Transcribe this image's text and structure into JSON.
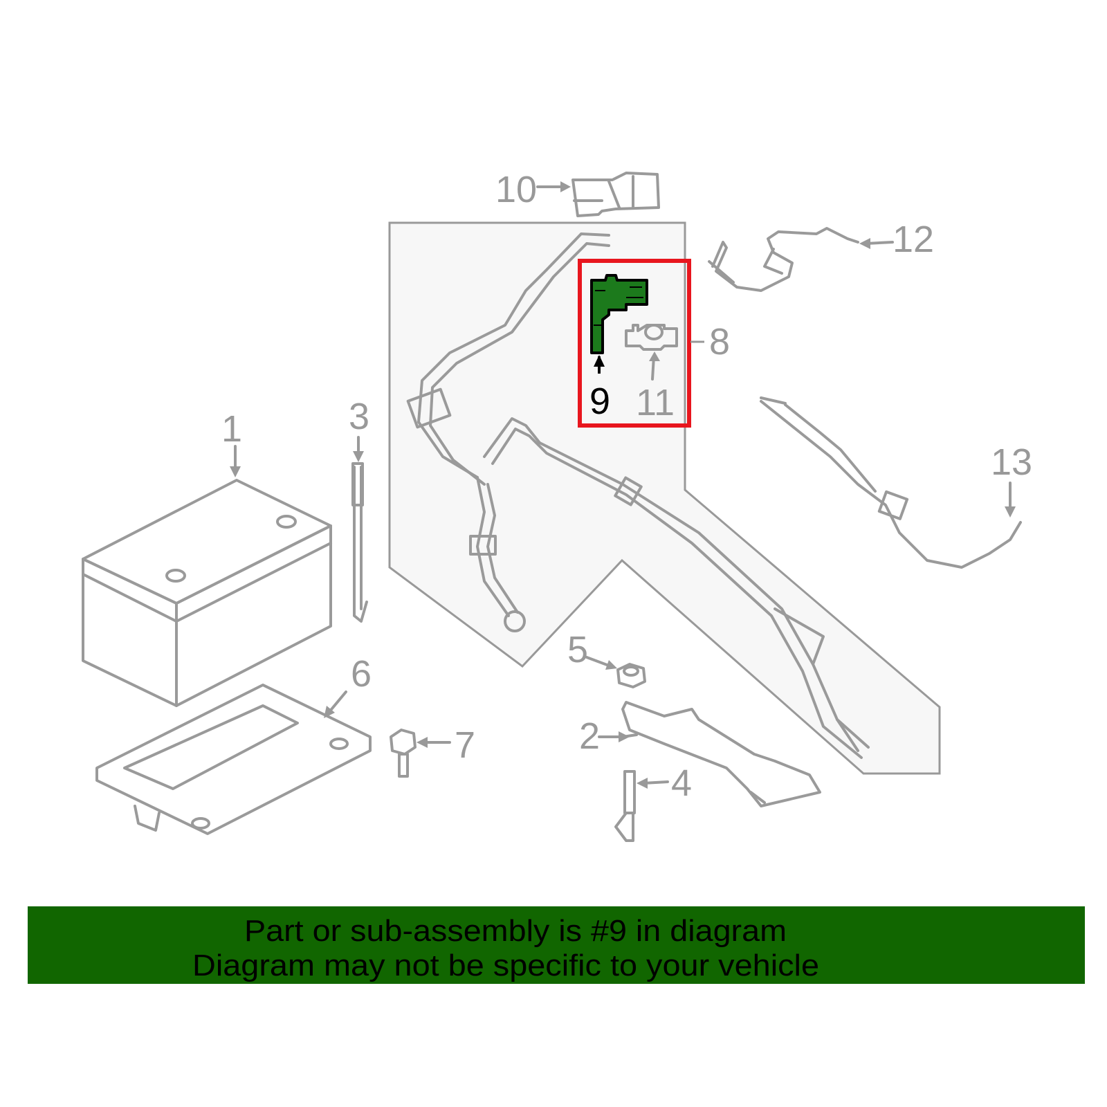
{
  "diagram": {
    "callouts": [
      "1",
      "2",
      "3",
      "4",
      "5",
      "6",
      "7",
      "8",
      "9",
      "10",
      "11",
      "12",
      "13"
    ],
    "highlighted_part": "9",
    "highlight_color": "#116600",
    "box_color": "#e8161e"
  },
  "banner": {
    "line1": "Part or sub-assembly is #9 in diagram",
    "line2": "Diagram may not be specific to your vehicle",
    "color": "#116600"
  }
}
